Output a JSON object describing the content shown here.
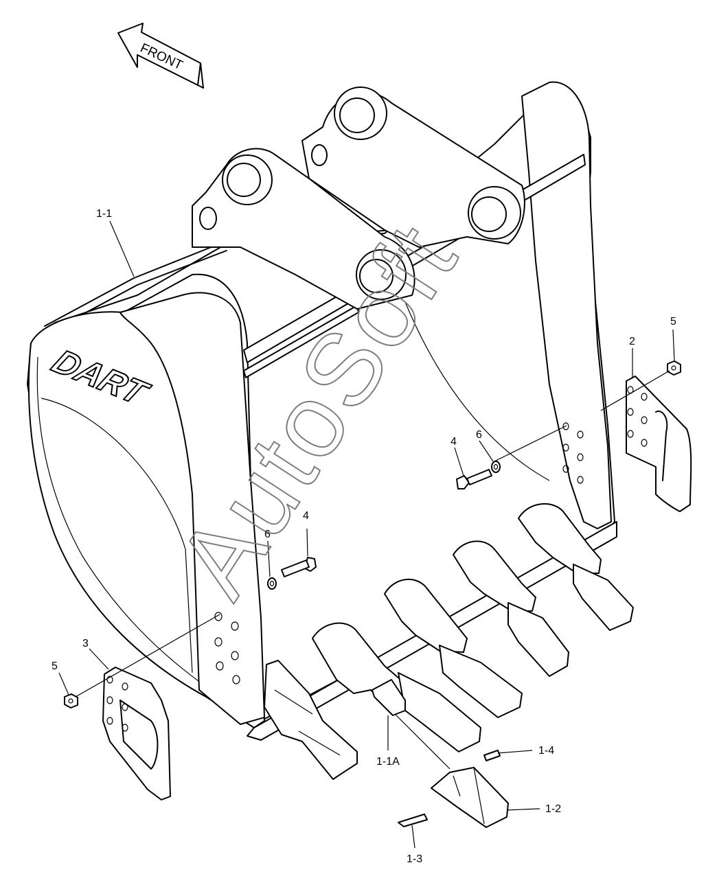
{
  "front_arrow": {
    "text": "FRONT"
  },
  "logo": {
    "text": "DART"
  },
  "watermark": {
    "text": "AutoSoft"
  },
  "labels": {
    "p1_1": "1-1",
    "p1_1a": "1-1A",
    "p1_2": "1-2",
    "p1_3": "1-3",
    "p1_4": "1-4",
    "p2": "2",
    "p3": "3",
    "p4_right": "4",
    "p4_left": "4",
    "p5_right": "5",
    "p5_left": "5",
    "p6_right": "6",
    "p6_left": "6"
  }
}
